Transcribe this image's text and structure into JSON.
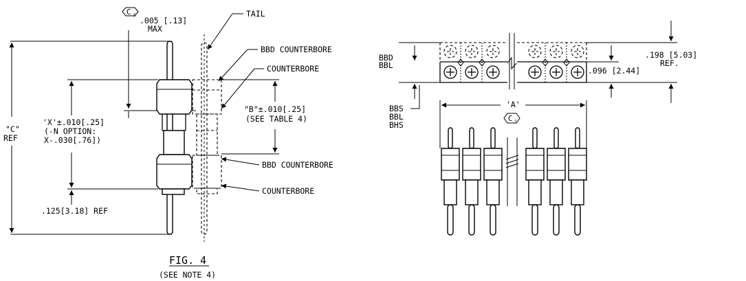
{
  "left_view": {
    "symbol_c5": "C",
    "tol_value": ".005 [.13]",
    "tol_max": "MAX",
    "tail": "TAIL",
    "bbd_counterbore_top": "BBD COUNTERBORE",
    "counterbore_top": "COUNTERBORE",
    "x_dim_line1": "'X'±.010[.25]",
    "x_dim_line2": "(-N OPTION:",
    "x_dim_line3": "X-.030[.76])",
    "b_dim_line1": "\"B\"±.010[.25]",
    "b_dim_line2": "(SEE TABLE 4)",
    "c_dim_line1": "\"C\"",
    "c_dim_line2": "REF",
    "bbd_counterbore_bottom": "BBD COUNTERBORE",
    "counterbore_bottom": "COUNTERBORE",
    "ref_125": ".125[3.18] REF",
    "fig_title": "FIG. 4",
    "fig_note": "(SEE NOTE 4)"
  },
  "right_view": {
    "bbd": "BBD",
    "bbl_top": "BBL",
    "dim_198_line1": ".198 [5.03]",
    "dim_198_line2": "REF.",
    "dim_096": ".096 [2.44]",
    "bbs": "BBS",
    "bbl_bottom": "BBL",
    "bhs": "BHS",
    "a_dim": "'A'",
    "symbol_c2": "C"
  }
}
